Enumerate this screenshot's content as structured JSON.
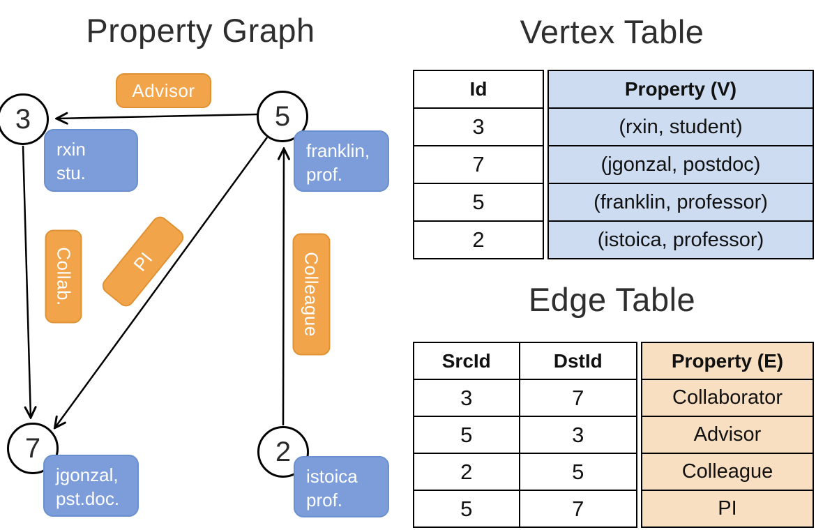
{
  "graph": {
    "title": "Property Graph",
    "nodes": [
      {
        "id": "3"
      },
      {
        "id": "5"
      },
      {
        "id": "7"
      },
      {
        "id": "2"
      }
    ],
    "vertex_labels": [
      {
        "line1": "rxin",
        "line2": "stu."
      },
      {
        "line1": "franklin,",
        "line2": "prof."
      },
      {
        "line1": "jgonzal,",
        "line2": "pst.doc."
      },
      {
        "line1": "istoica",
        "line2": "prof."
      }
    ],
    "edge_labels": [
      "Advisor",
      "Collab.",
      "PI",
      "Colleague"
    ]
  },
  "vertex_table": {
    "title": "Vertex Table",
    "headers": {
      "id": "Id",
      "property": "Property (V)"
    },
    "rows": [
      {
        "id": "3",
        "property": "(rxin, student)"
      },
      {
        "id": "7",
        "property": "(jgonzal, postdoc)"
      },
      {
        "id": "5",
        "property": "(franklin, professor)"
      },
      {
        "id": "2",
        "property": "(istoica, professor)"
      }
    ]
  },
  "edge_table": {
    "title": "Edge Table",
    "headers": {
      "src": "SrcId",
      "dst": "DstId",
      "property": "Property (E)"
    },
    "rows": [
      {
        "src": "3",
        "dst": "7",
        "property": "Collaborator"
      },
      {
        "src": "5",
        "dst": "3",
        "property": "Advisor"
      },
      {
        "src": "2",
        "dst": "5",
        "property": "Colleague"
      },
      {
        "src": "5",
        "dst": "7",
        "property": "PI"
      }
    ]
  },
  "colors": {
    "edge_label_fill": "#F2A44B",
    "edge_label_border": "#DF9133",
    "vertex_label_fill": "#7C9DD9",
    "vertex_label_border": "#6A90CF",
    "vertex_property_bg": "#CEDCF2",
    "edge_property_bg": "#F8DFC1"
  }
}
